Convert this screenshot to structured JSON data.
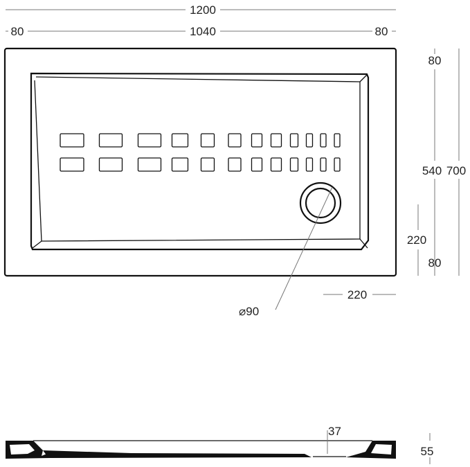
{
  "drawing": {
    "top_view": {
      "overall_width": "1200",
      "left_rim": "80",
      "inner_width": "1040",
      "right_rim": "80",
      "top_rim": "80",
      "inner_depth": "540",
      "overall_depth": "700",
      "drain_offset_y": "220",
      "bottom_rim": "80",
      "drain_offset_x": "220",
      "drain_diameter": "⌀90"
    },
    "side_view": {
      "drain_depth": "37",
      "height": "55"
    }
  }
}
